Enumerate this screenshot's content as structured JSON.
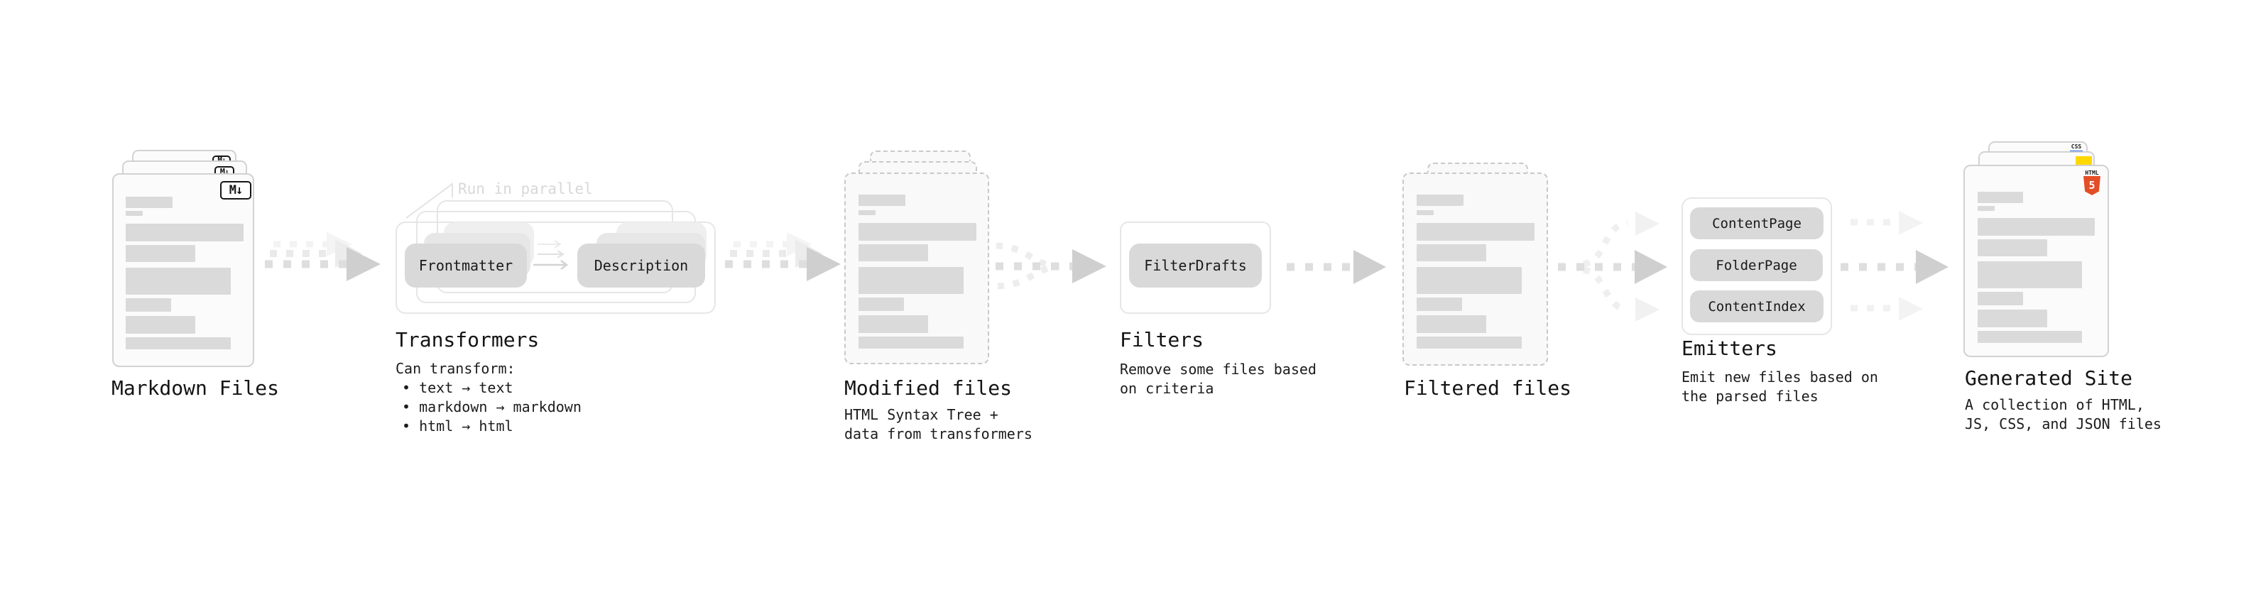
{
  "sections": {
    "markdown": {
      "title": "Markdown Files",
      "icon": "M↓"
    },
    "transformers": {
      "title": "Transformers",
      "annotation": "Run in parallel",
      "pill_left": "Frontmatter",
      "pill_right": "Description",
      "desc_heading": "Can transform:",
      "bullets": [
        "• text → text",
        "• markdown → markdown",
        "• html → html"
      ]
    },
    "modified": {
      "title": "Modified files",
      "desc": "HTML Syntax Tree +\ndata from transformers"
    },
    "filters": {
      "title": "Filters",
      "pill": "FilterDrafts",
      "desc": "Remove some files based\non criteria"
    },
    "filtered": {
      "title": "Filtered files"
    },
    "emitters": {
      "title": "Emitters",
      "pills": [
        "ContentPage",
        "FolderPage",
        "ContentIndex"
      ],
      "desc": "Emit new files based on\nthe parsed files"
    },
    "generated": {
      "title": "Generated Site",
      "desc": "A collection of HTML,\nJS, CSS, and JSON files",
      "badge_css": "CSS",
      "badge_html_label": "HTML",
      "badge_html_number": "5"
    }
  },
  "colors": {
    "html5_orange": "#e44d26",
    "js_yellow": "#ffd800",
    "css_blue": "#2b6bf3",
    "pill_gray": "#d9d9d9",
    "card_border": "#d2d2d2",
    "arrow_gray": "#cfcfcf",
    "annotation_gray": "#d8d8d8"
  }
}
